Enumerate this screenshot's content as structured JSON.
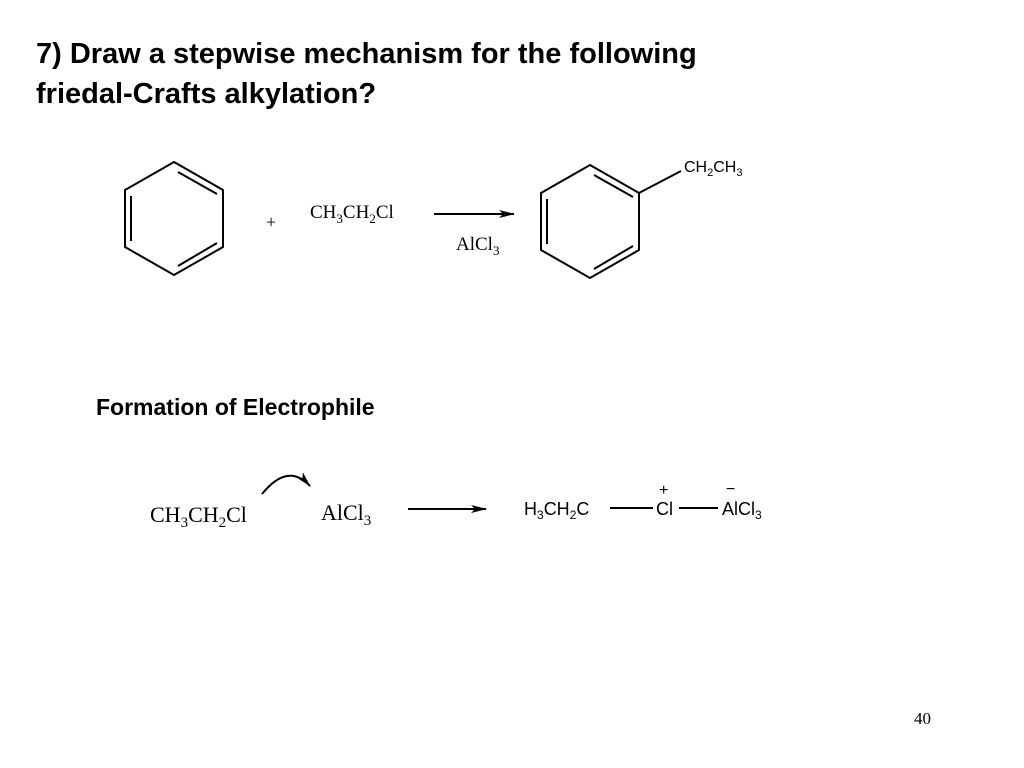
{
  "question": {
    "line1": "7)  Draw a stepwise mechanism for the following",
    "line2": "friedal-Crafts alkylation?"
  },
  "reaction": {
    "plus": "+",
    "reagent": {
      "a": "CH",
      "a_sub": "3",
      "b": "CH",
      "b_sub": "2",
      "c": "Cl"
    },
    "catalyst": {
      "a": "AlCl",
      "a_sub": "3"
    },
    "product_substituent": {
      "a": "CH",
      "a_sub": "2",
      "b": "CH",
      "b_sub": "3"
    }
  },
  "section": {
    "heading": "Formation of Electrophile"
  },
  "electrophile_step": {
    "reactant": {
      "a": "CH",
      "a_sub": "3",
      "b": "CH",
      "b_sub": "2",
      "c": "Cl"
    },
    "lewis_acid": {
      "a": "AlCl",
      "a_sub": "3"
    },
    "complex_left": {
      "a": "H",
      "a_sub": "3",
      "b": "CH",
      "b_sub": "2",
      "c": "C"
    },
    "complex_center": "Cl",
    "complex_right": {
      "a": "AlCl",
      "a_sub": "3"
    },
    "charge_plus": "+",
    "charge_minus": "−"
  },
  "page_number": "40"
}
